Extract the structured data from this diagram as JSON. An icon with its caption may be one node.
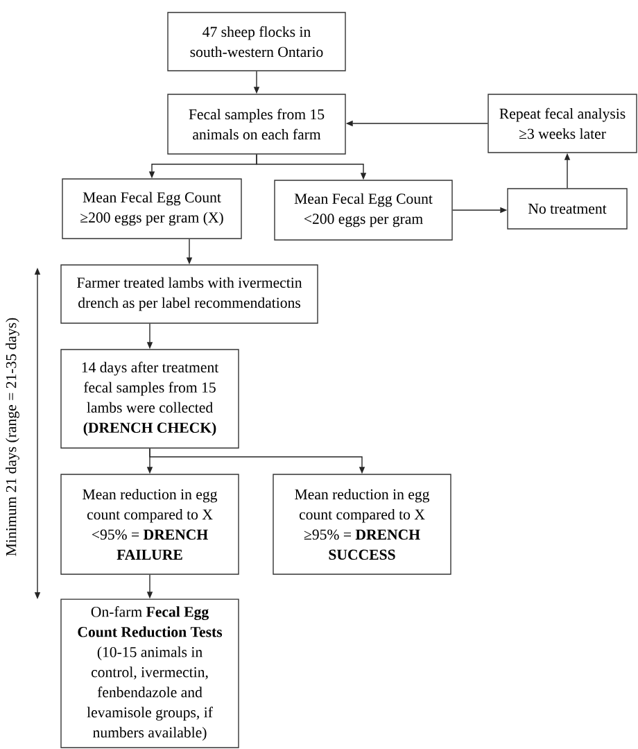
{
  "diagram": {
    "nodes": [
      {
        "text": [
          "47 sheep flocks in south-western Ontario"
        ]
      },
      {
        "text": [
          "Fecal samples from 15 animals on each farm"
        ]
      },
      {
        "text": [
          "Repeat fecal analysis ≥3 weeks later"
        ]
      },
      {
        "text": [
          "Mean Fecal Egg Count ≥200 eggs per gram (X)"
        ]
      },
      {
        "text": [
          "Mean Fecal Egg Count <200 eggs per gram"
        ]
      },
      {
        "text": [
          "No treatment"
        ]
      },
      {
        "text": [
          "Farmer treated lambs with ivermectin drench as per label recommendations"
        ]
      },
      {
        "text": [
          "14 days after treatment fecal samples from 15 lambs were collected **(DRENCH CHECK)**"
        ]
      },
      {
        "text": [
          "Mean reduction in egg count compared to X <95% = **DRENCH FAILURE**"
        ]
      },
      {
        "text": [
          "Mean reduction in egg count compared to X ≥95% = **DRENCH SUCCESS**"
        ]
      },
      {
        "text": [
          "On-farm **Fecal Egg Count Reduction Tests** (10-15 animals in control, ivermectin, fenbendazole and levamisole groups, if numbers available)"
        ]
      }
    ],
    "edges": [
      {
        "from": 0,
        "to": 1,
        "arrow": "to"
      },
      {
        "from": 1,
        "to": 3,
        "arrow": "to"
      },
      {
        "from": 1,
        "to": 4,
        "arrow": "to"
      },
      {
        "from": 4,
        "to": 5,
        "arrow": "to"
      },
      {
        "from": 5,
        "to": 2,
        "arrow": "to"
      },
      {
        "from": 2,
        "to": 1,
        "arrow": "to"
      },
      {
        "from": 3,
        "to": 6,
        "arrow": "to"
      },
      {
        "from": 6,
        "to": 7,
        "arrow": "to"
      },
      {
        "from": 7,
        "to": 8,
        "arrow": "to"
      },
      {
        "from": 7,
        "to": 9,
        "arrow": "to"
      },
      {
        "from": 8,
        "to": 10,
        "arrow": "to"
      }
    ],
    "labels": [
      "Minimum 21 days (range = 21-35 days)"
    ]
  }
}
